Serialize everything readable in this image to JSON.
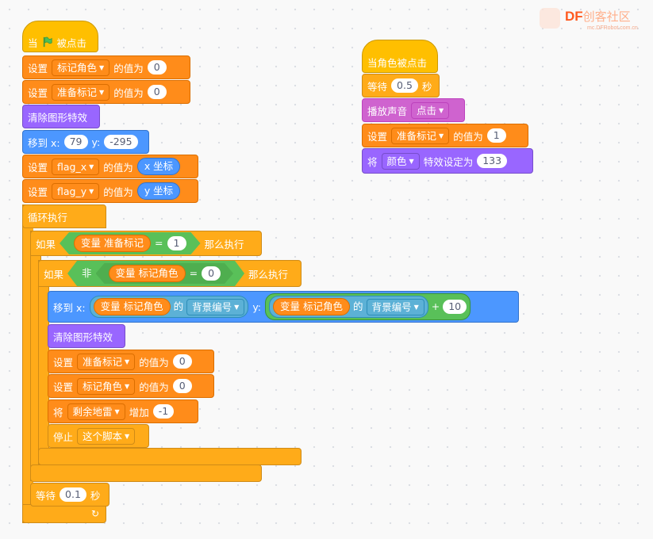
{
  "watermark": {
    "brand": "DF",
    "name": "创客社区",
    "sub": "mc.DFRobot.com.cn"
  },
  "script1": {
    "hat": {
      "label_pre": "当",
      "label_post": "被点击"
    },
    "set_mark_role": {
      "cmd": "设置",
      "var": "标记角色",
      "mid": "的值为",
      "value": "0"
    },
    "set_ready_mark": {
      "cmd": "设置",
      "var": "准备标记",
      "mid": "的值为",
      "value": "0"
    },
    "clear_effects": "清除图形特效",
    "goto": {
      "cmd": "移到 x:",
      "x": "79",
      "ylabel": "y:",
      "y": "-295"
    },
    "set_flag_x": {
      "cmd": "设置",
      "var": "flag_x",
      "mid": "的值为",
      "value": "x 坐标"
    },
    "set_flag_y": {
      "cmd": "设置",
      "var": "flag_y",
      "mid": "的值为",
      "value": "y 坐标"
    },
    "forever": "循环执行",
    "if1": {
      "if": "如果",
      "var_prefix": "变量",
      "var": "准备标记",
      "op": "=",
      "value": "1",
      "then": "那么执行"
    },
    "if2": {
      "if": "如果",
      "not": "非",
      "var_prefix": "变量",
      "var": "标记角色",
      "op": "=",
      "value": "0",
      "then": "那么执行"
    },
    "goto2": {
      "cmd": "移到 x:",
      "var_prefix": "变量",
      "var": "标记角色",
      "of": "的",
      "prop": "背景编号",
      "ylabel": "y:",
      "plus": "+",
      "add": "10"
    },
    "clear_effects2": "清除图形特效",
    "set_ready_mark2": {
      "cmd": "设置",
      "var": "准备标记",
      "mid": "的值为",
      "value": "0"
    },
    "set_mark_role2": {
      "cmd": "设置",
      "var": "标记角色",
      "mid": "的值为",
      "value": "0"
    },
    "change_mines": {
      "cmd": "将",
      "var": "剩余地雷",
      "mid": "增加",
      "value": "-1"
    },
    "stop": {
      "cmd": "停止",
      "option": "这个脚本"
    },
    "wait": {
      "cmd": "等待",
      "value": "0.1",
      "unit": "秒"
    }
  },
  "script2": {
    "hat": "当角色被点击",
    "wait": {
      "cmd": "等待",
      "value": "0.5",
      "unit": "秒"
    },
    "play_sound": {
      "cmd": "播放声音",
      "sound": "点击"
    },
    "set_ready_mark": {
      "cmd": "设置",
      "var": "准备标记",
      "mid": "的值为",
      "value": "1"
    },
    "set_effect": {
      "cmd": "将",
      "effect": "颜色",
      "mid": "特效设定为",
      "value": "133"
    }
  }
}
